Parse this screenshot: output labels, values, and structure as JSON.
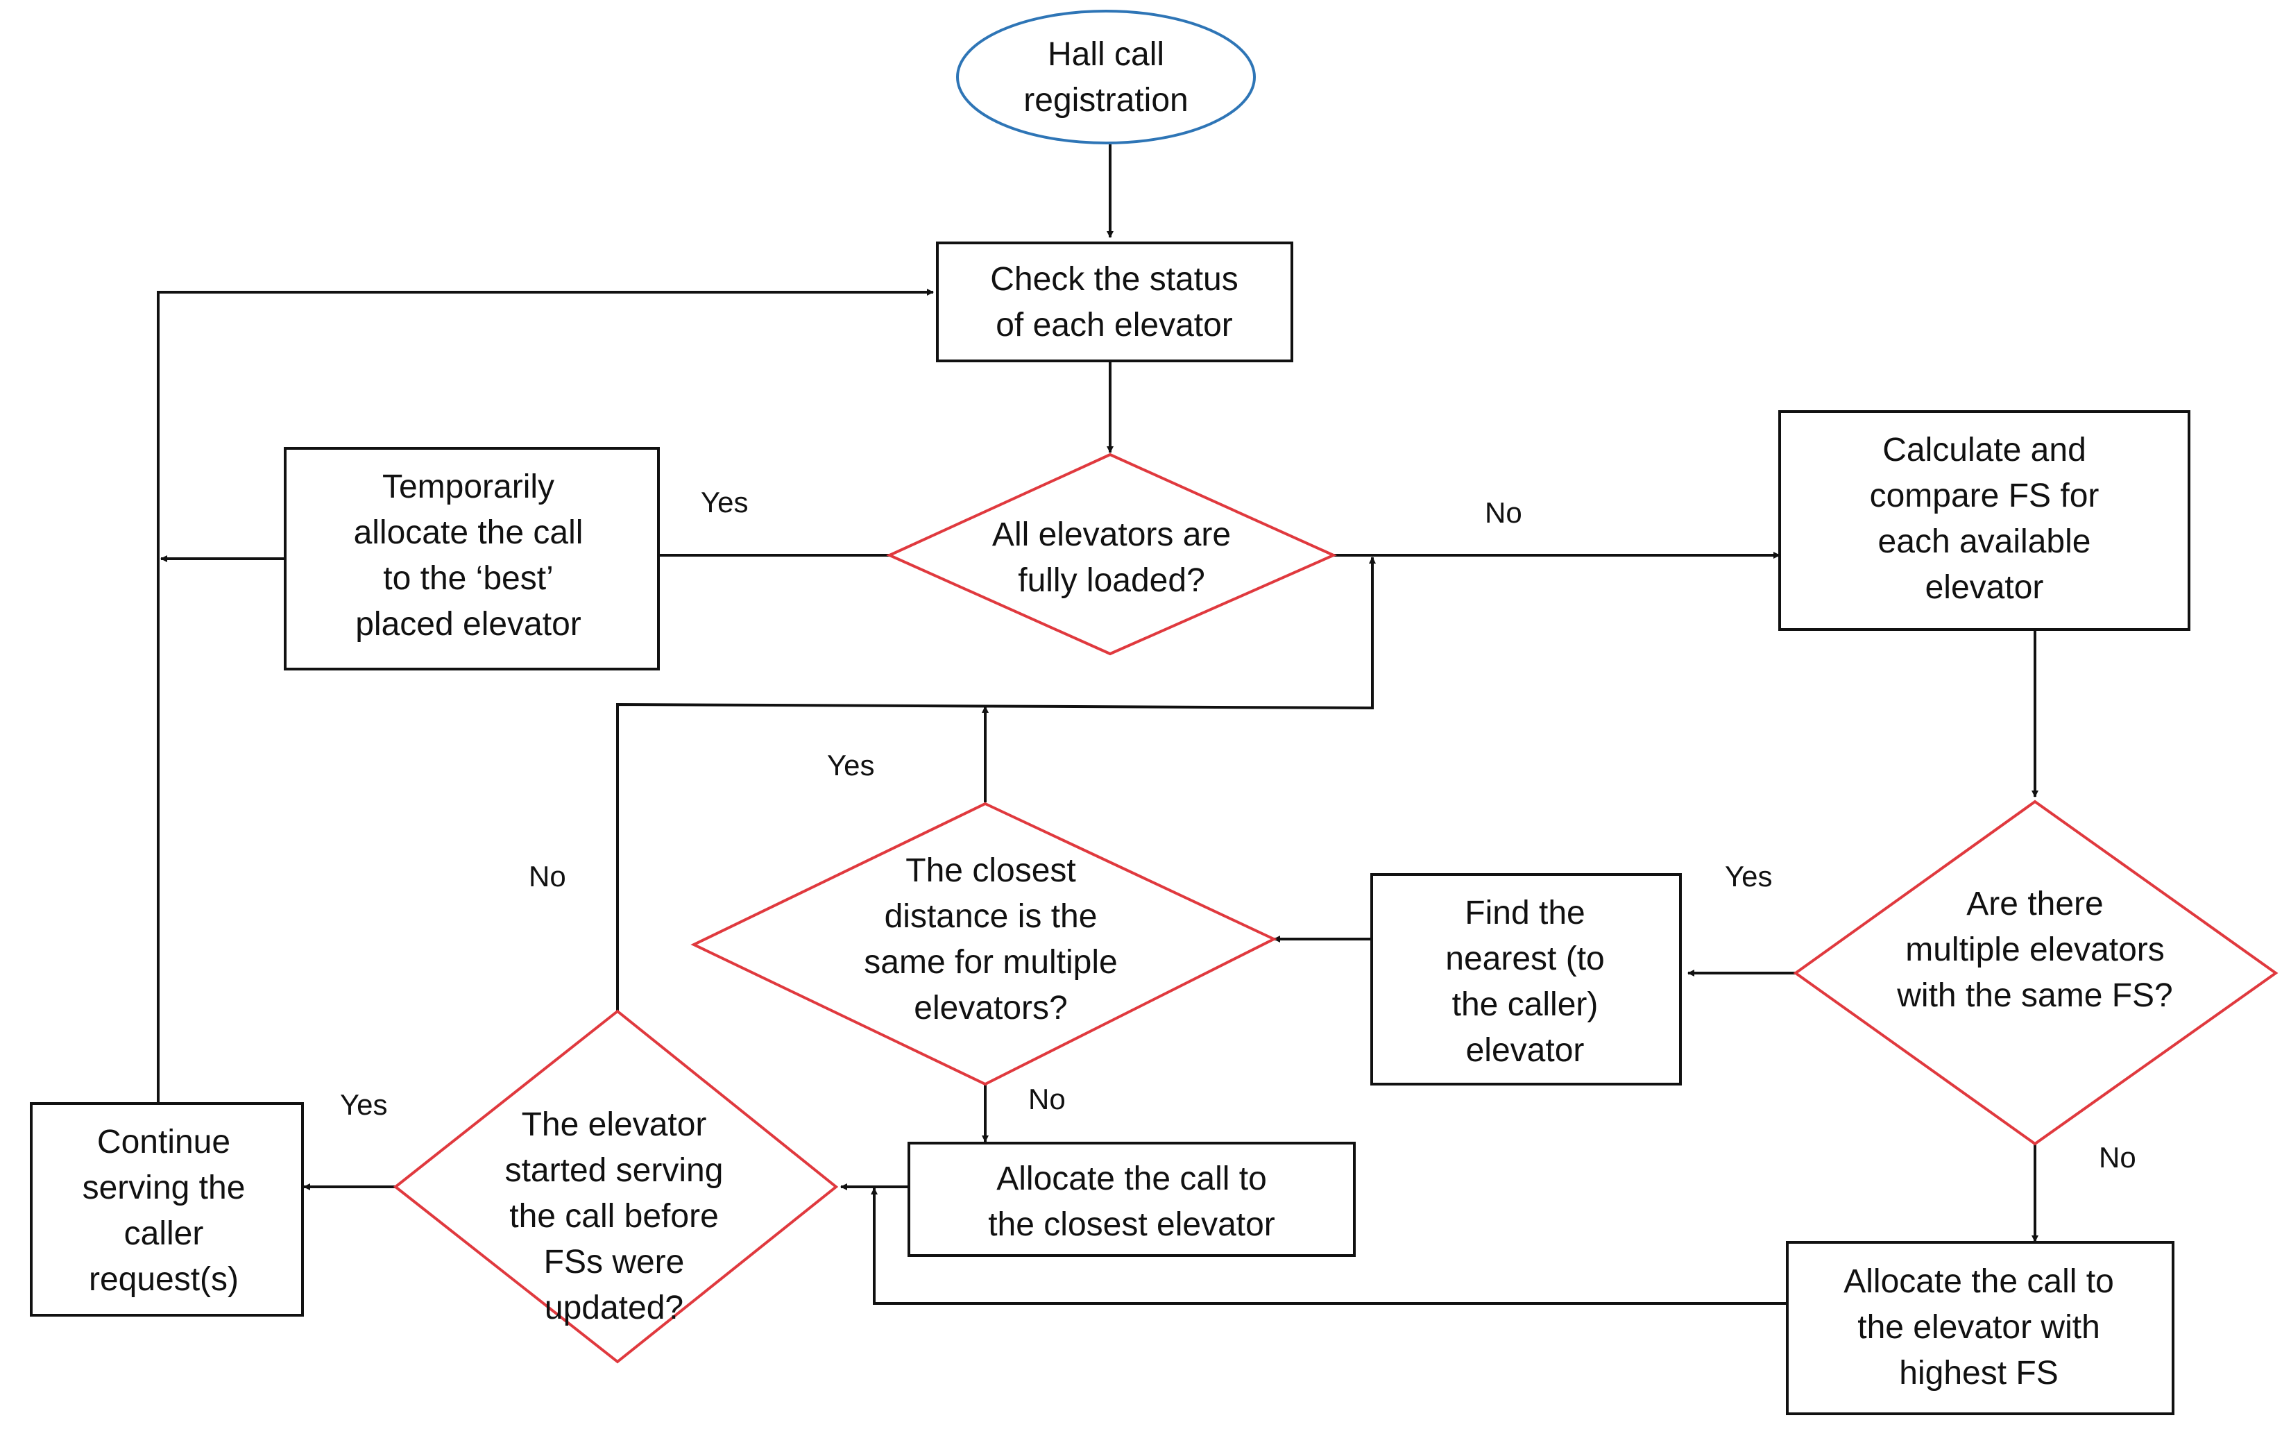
{
  "colors": {
    "terminal_border": "#2e75b6",
    "decision_border": "#e0393e",
    "process_border": "#111111",
    "connector": "#111111"
  },
  "nodes": {
    "hall_call": {
      "lines": [
        "Hall call",
        "registration"
      ]
    },
    "check_status": {
      "lines": [
        "Check the status",
        "of each elevator"
      ]
    },
    "all_loaded": {
      "lines": [
        "All elevators are",
        "fully loaded?"
      ]
    },
    "temp_allocate": {
      "lines": [
        "Temporarily",
        "allocate the call",
        "to the ‘best’",
        "placed elevator"
      ]
    },
    "calc_fs": {
      "lines": [
        "Calculate and",
        "compare FS for",
        "each available",
        "elevator"
      ]
    },
    "multiple_same_fs": {
      "lines": [
        "Are there",
        "multiple elevators",
        "with the same FS?"
      ]
    },
    "find_nearest": {
      "lines": [
        "Find the",
        "nearest (to",
        "the caller)",
        "elevator"
      ]
    },
    "closest_same": {
      "lines": [
        "The closest",
        "distance is the",
        "same for multiple",
        "elevators?"
      ]
    },
    "allocate_closest": {
      "lines": [
        "Allocate the call to",
        "the closest elevator"
      ]
    },
    "allocate_highest": {
      "lines": [
        "Allocate the call to",
        "the elevator with",
        "highest FS"
      ]
    },
    "started_serving": {
      "lines": [
        "The elevator",
        "started serving",
        "the call before",
        "FSs were",
        "updated?"
      ]
    },
    "continue_serving": {
      "lines": [
        "Continue",
        "serving the",
        "caller",
        "request(s)"
      ]
    }
  },
  "edge_labels": {
    "all_loaded_yes": "Yes",
    "all_loaded_no": "No",
    "closest_same_yes": "Yes",
    "closest_same_no": "No",
    "multiple_same_fs_yes": "Yes",
    "multiple_same_fs_no": "No",
    "started_serving_yes": "Yes",
    "started_serving_no": "No"
  }
}
